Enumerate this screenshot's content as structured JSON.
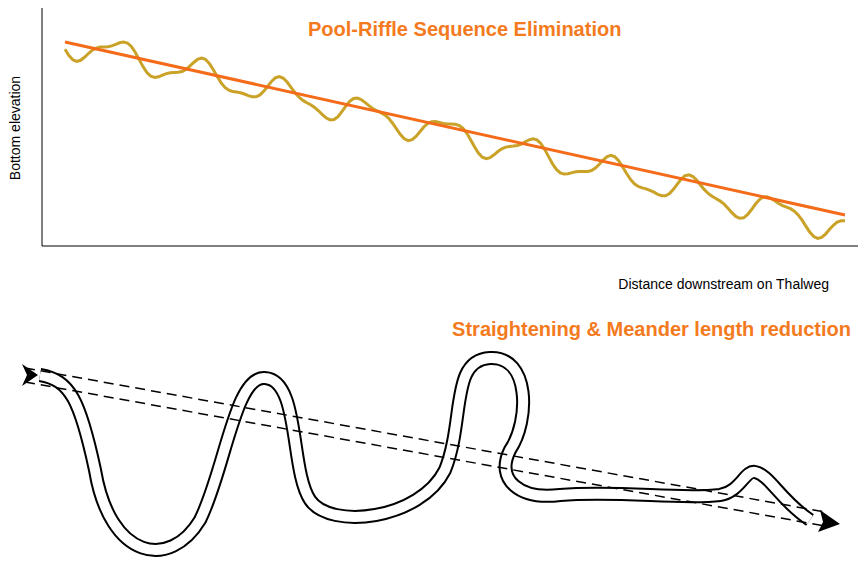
{
  "diagram": {
    "labels": [
      "Pool-Riffle Sequence Elimination",
      "Bottom elevation",
      "Distance downstream on Thalweg",
      "Straightening & Meander length reduction"
    ]
  }
}
